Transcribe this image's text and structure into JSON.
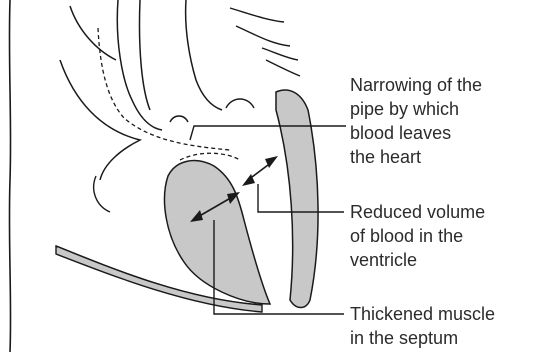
{
  "labels": {
    "narrowing": [
      "Narrowing of the",
      "pipe by which",
      "blood leaves",
      "the heart"
    ],
    "reduced_volume": [
      "Reduced volume",
      "of blood in the",
      "ventricle"
    ],
    "thickened_muscle": [
      "Thickened muscle",
      "in the septum"
    ]
  },
  "colors": {
    "muscle_fill": "#c8c8c8",
    "line": "#1a1a1a"
  }
}
